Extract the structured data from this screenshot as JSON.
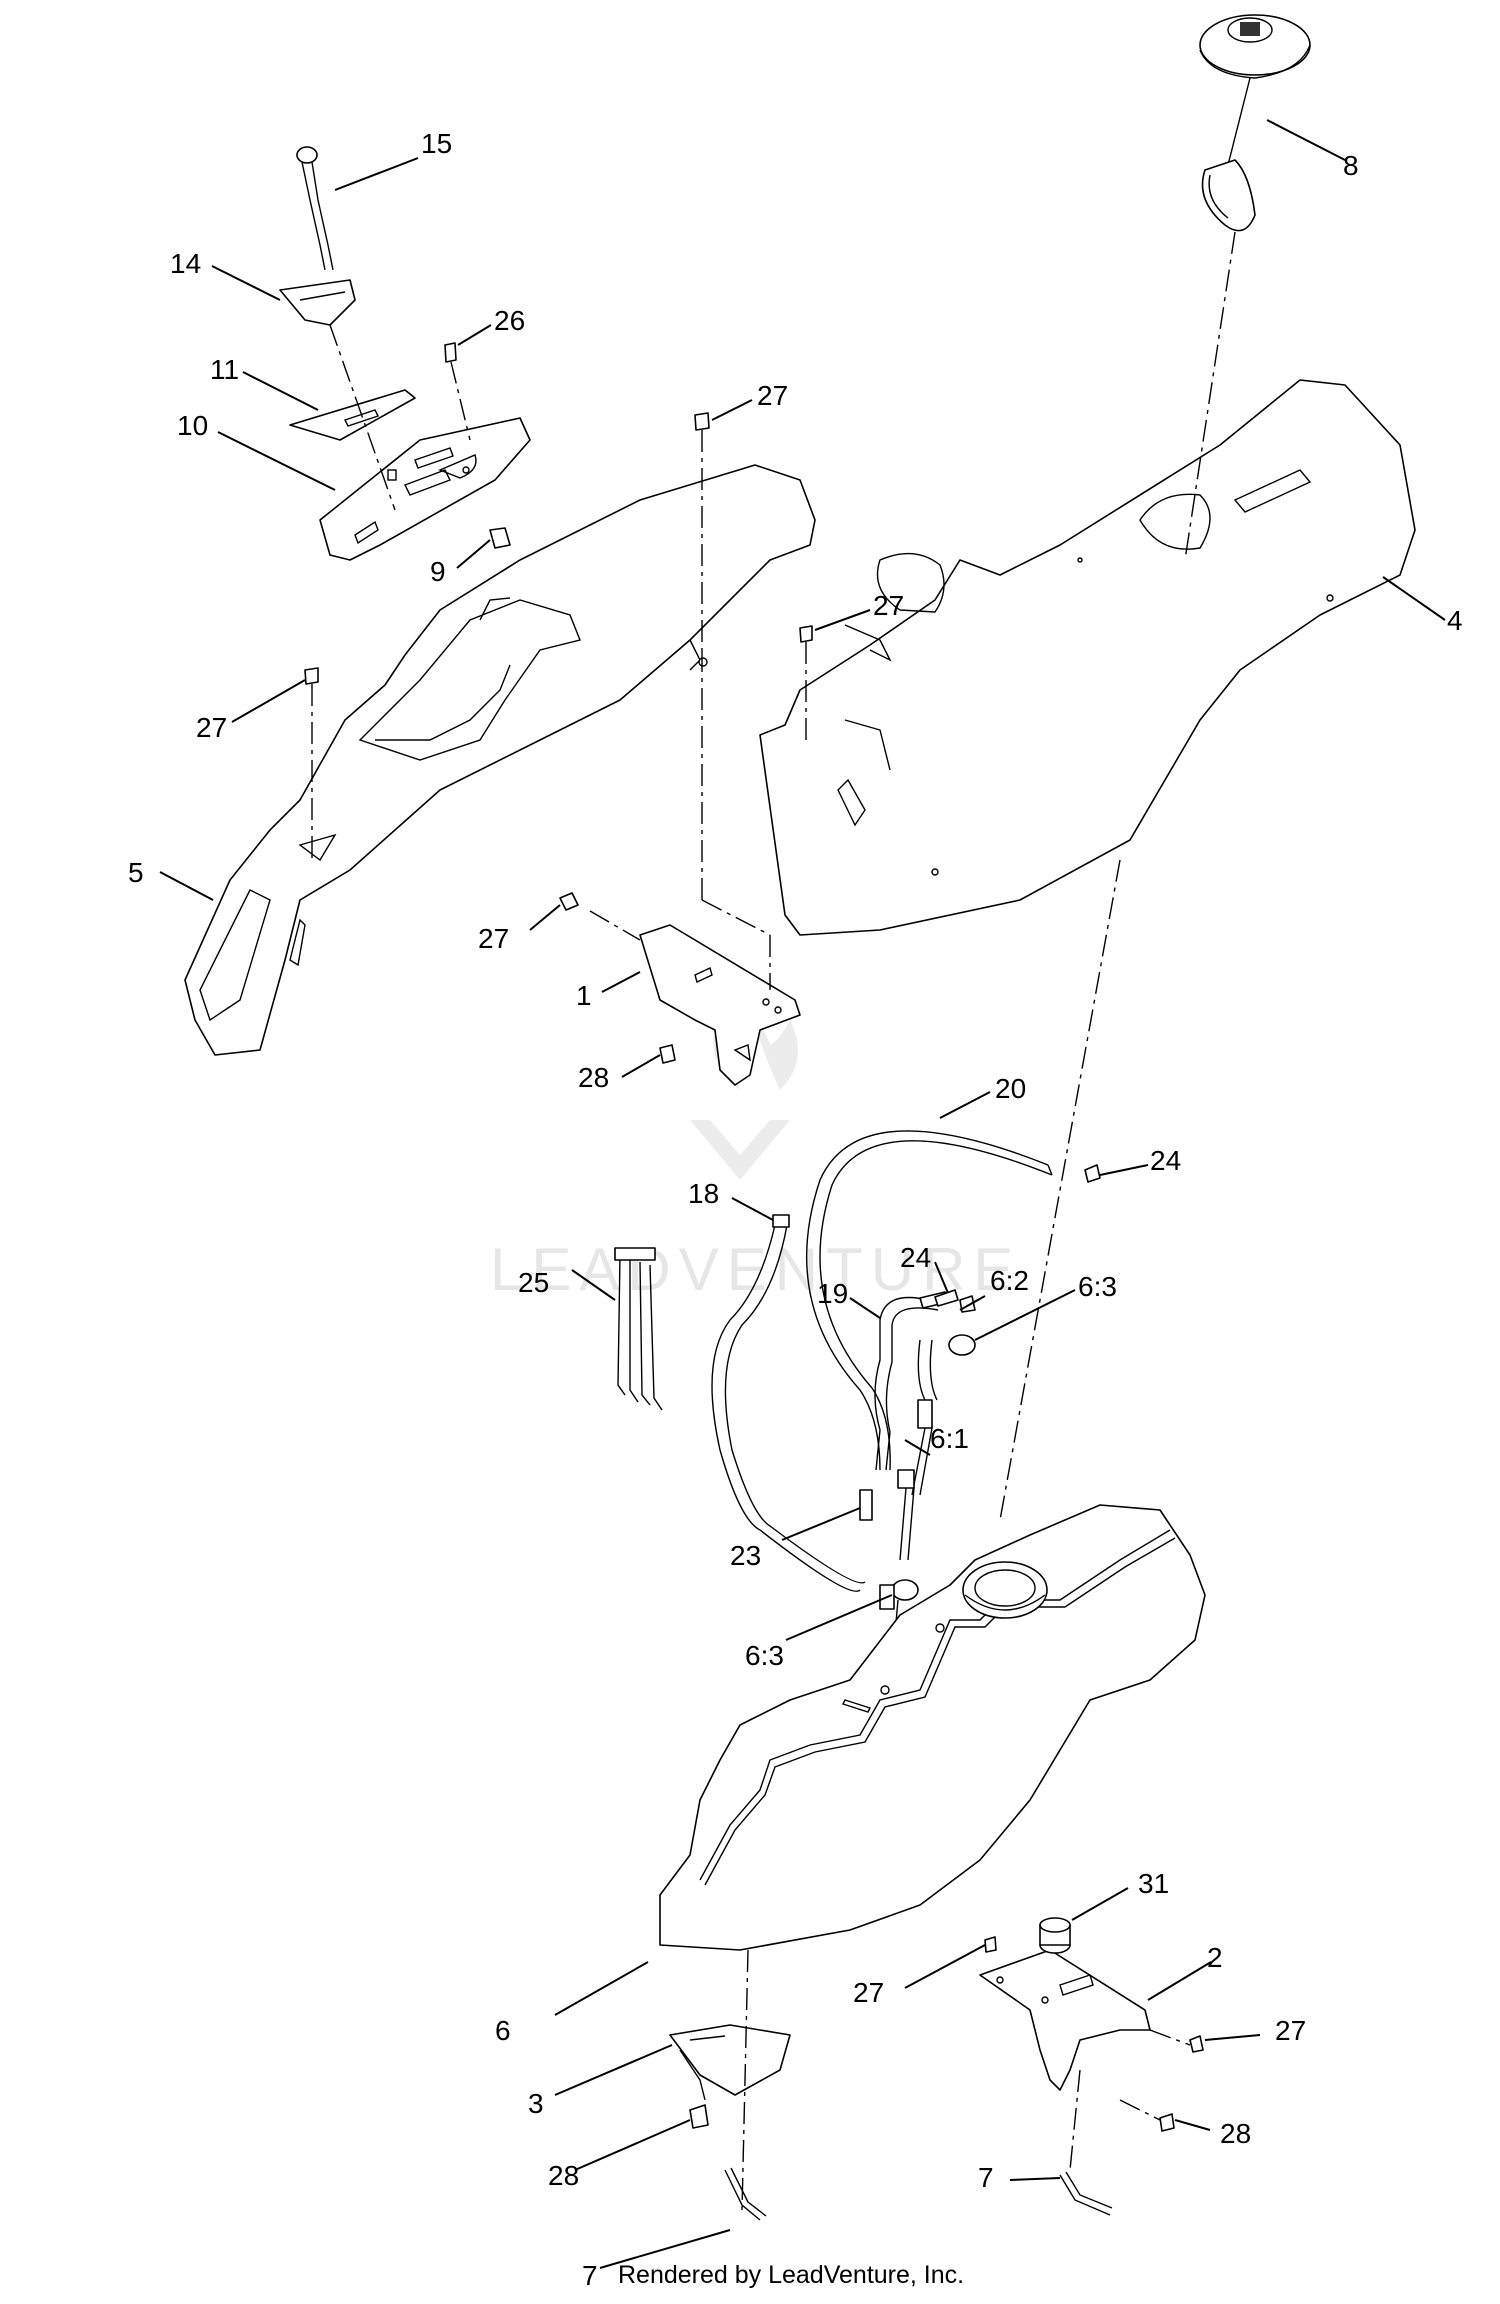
{
  "watermark": {
    "text": "LEADVENTURE"
  },
  "footer": {
    "text": "Rendered by LeadVenture, Inc."
  },
  "callouts": [
    {
      "id": "c15",
      "label": "15"
    },
    {
      "id": "c14",
      "label": "14"
    },
    {
      "id": "c26",
      "label": "26"
    },
    {
      "id": "c11",
      "label": "11"
    },
    {
      "id": "c10",
      "label": "10"
    },
    {
      "id": "c27a",
      "label": "27"
    },
    {
      "id": "c9",
      "label": "9"
    },
    {
      "id": "c8",
      "label": "8"
    },
    {
      "id": "c4",
      "label": "4"
    },
    {
      "id": "c27b",
      "label": "27"
    },
    {
      "id": "c27c",
      "label": "27"
    },
    {
      "id": "c5",
      "label": "5"
    },
    {
      "id": "c27d",
      "label": "27"
    },
    {
      "id": "c1",
      "label": "1"
    },
    {
      "id": "c28a",
      "label": "28"
    },
    {
      "id": "c20",
      "label": "20"
    },
    {
      "id": "c24a",
      "label": "24"
    },
    {
      "id": "c18",
      "label": "18"
    },
    {
      "id": "c24b",
      "label": "24"
    },
    {
      "id": "c62",
      "label": "6:2"
    },
    {
      "id": "c19",
      "label": "19"
    },
    {
      "id": "c63a",
      "label": "6:3"
    },
    {
      "id": "c25",
      "label": "25"
    },
    {
      "id": "c61",
      "label": "6:1"
    },
    {
      "id": "c23",
      "label": "23"
    },
    {
      "id": "c63b",
      "label": "6:3"
    },
    {
      "id": "c31",
      "label": "31"
    },
    {
      "id": "c2",
      "label": "2"
    },
    {
      "id": "c27e",
      "label": "27"
    },
    {
      "id": "c6",
      "label": "6"
    },
    {
      "id": "c27f",
      "label": "27"
    },
    {
      "id": "c3",
      "label": "3"
    },
    {
      "id": "c7a",
      "label": "7"
    },
    {
      "id": "c28b",
      "label": "28"
    },
    {
      "id": "c28c",
      "label": "28"
    },
    {
      "id": "c7b",
      "label": "7"
    }
  ]
}
